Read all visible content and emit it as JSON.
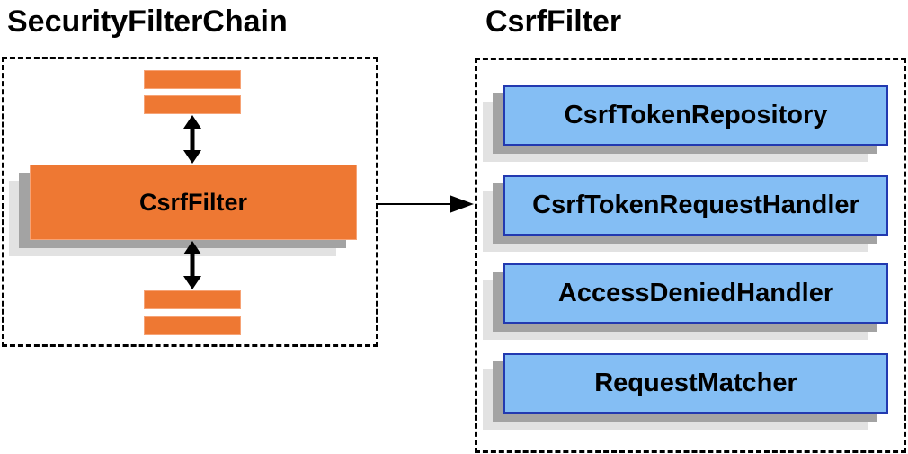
{
  "left_panel": {
    "title": "SecurityFilterChain",
    "node_label": "CsrfFilter"
  },
  "right_panel": {
    "title": "CsrfFilter",
    "components": [
      "CsrfTokenRepository",
      "CsrfTokenRequestHandler",
      "AccessDeniedHandler",
      "RequestMatcher"
    ]
  },
  "icons": {
    "vertical_double_arrow": "bidirectional-arrow",
    "flow_arrow": "right-arrow"
  },
  "colors": {
    "orange-fill": "#EE7833",
    "orange-border": "#F6A376",
    "blue-fill": "#84BEF4",
    "blue-border": "#2239B0",
    "shadow-dark": "#A3A3A3",
    "shadow-light": "#E2E2E2",
    "line": "#000000"
  }
}
